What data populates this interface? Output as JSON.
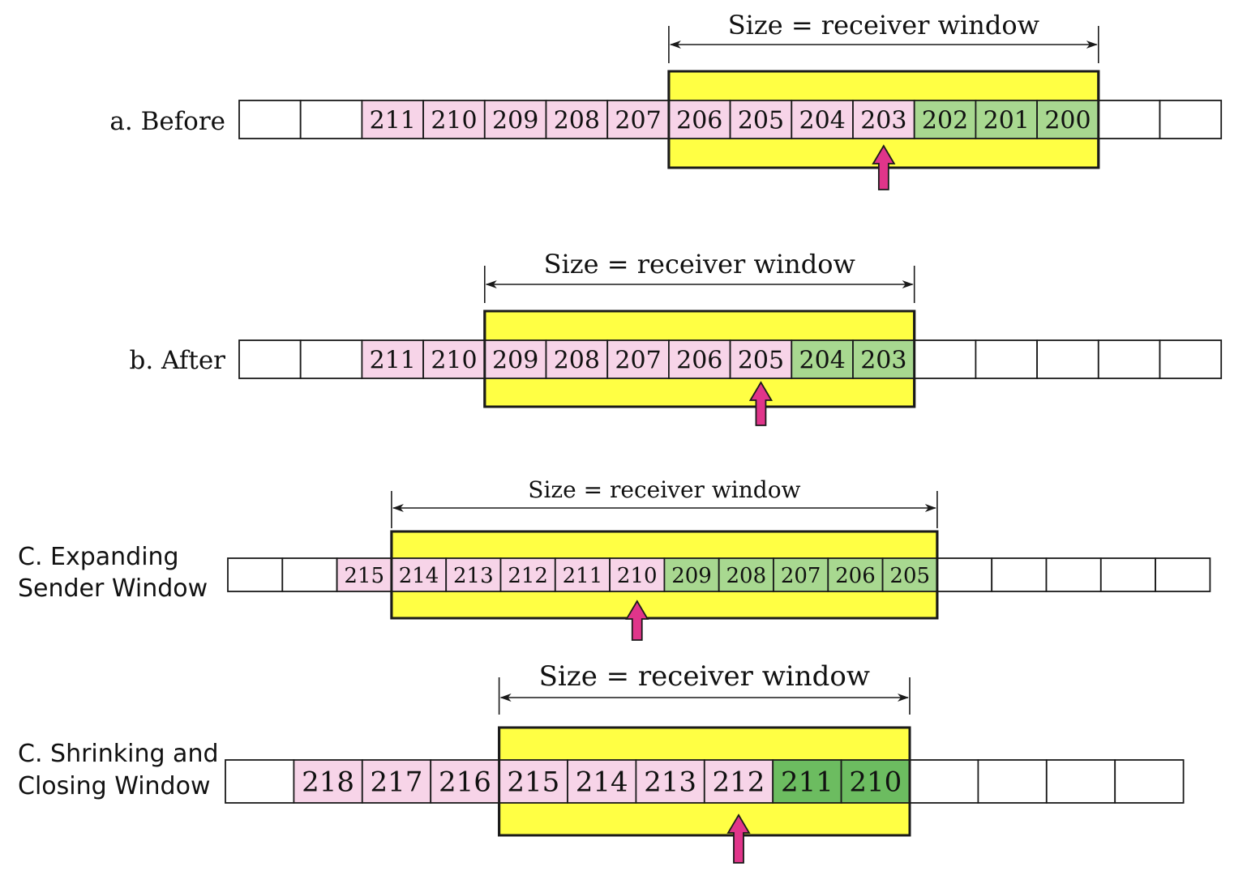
{
  "colors": {
    "window_fill": "#ffff44",
    "pending_fill": "#f7d4e8",
    "acked_fill": "#a8d890",
    "acked_fill_dark": "#6cbc60",
    "empty_fill": "#ffffff",
    "pointer_fill": "#e0358a",
    "stroke": "#1a1a1a"
  },
  "panels": [
    {
      "id": "a",
      "label_lines": [
        "a. Before"
      ],
      "size_label": "Size = receiver window",
      "cells": [
        {
          "text": "",
          "kind": "empty"
        },
        {
          "text": "",
          "kind": "empty"
        },
        {
          "text": "211",
          "kind": "pending"
        },
        {
          "text": "210",
          "kind": "pending"
        },
        {
          "text": "209",
          "kind": "pending"
        },
        {
          "text": "208",
          "kind": "pending"
        },
        {
          "text": "207",
          "kind": "pending"
        },
        {
          "text": "206",
          "kind": "pending"
        },
        {
          "text": "205",
          "kind": "pending"
        },
        {
          "text": "204",
          "kind": "pending"
        },
        {
          "text": "203",
          "kind": "pending"
        },
        {
          "text": "202",
          "kind": "acked"
        },
        {
          "text": "201",
          "kind": "acked"
        },
        {
          "text": "200",
          "kind": "acked"
        },
        {
          "text": "",
          "kind": "empty"
        },
        {
          "text": "",
          "kind": "empty"
        }
      ],
      "window_start": 7,
      "window_end": 13,
      "pointer_cell": 10
    },
    {
      "id": "b",
      "label_lines": [
        "b. After"
      ],
      "size_label": "Size = receiver window",
      "cells": [
        {
          "text": "",
          "kind": "empty"
        },
        {
          "text": "",
          "kind": "empty"
        },
        {
          "text": "211",
          "kind": "pending"
        },
        {
          "text": "210",
          "kind": "pending"
        },
        {
          "text": "209",
          "kind": "pending"
        },
        {
          "text": "208",
          "kind": "pending"
        },
        {
          "text": "207",
          "kind": "pending"
        },
        {
          "text": "206",
          "kind": "pending"
        },
        {
          "text": "205",
          "kind": "pending"
        },
        {
          "text": "204",
          "kind": "acked"
        },
        {
          "text": "203",
          "kind": "acked"
        },
        {
          "text": "",
          "kind": "empty"
        },
        {
          "text": "",
          "kind": "empty"
        },
        {
          "text": "",
          "kind": "empty"
        },
        {
          "text": "",
          "kind": "empty"
        },
        {
          "text": "",
          "kind": "empty"
        }
      ],
      "window_start": 4,
      "window_end": 10,
      "pointer_cell": 8
    },
    {
      "id": "c1",
      "label_lines": [
        "C. Expanding",
        "Sender Window"
      ],
      "size_label": "Size = receiver window",
      "cells": [
        {
          "text": "",
          "kind": "empty"
        },
        {
          "text": "",
          "kind": "empty"
        },
        {
          "text": "215",
          "kind": "pending"
        },
        {
          "text": "214",
          "kind": "pending"
        },
        {
          "text": "213",
          "kind": "pending"
        },
        {
          "text": "212",
          "kind": "pending"
        },
        {
          "text": "211",
          "kind": "pending"
        },
        {
          "text": "210",
          "kind": "pending"
        },
        {
          "text": "209",
          "kind": "acked"
        },
        {
          "text": "208",
          "kind": "acked"
        },
        {
          "text": "207",
          "kind": "acked"
        },
        {
          "text": "206",
          "kind": "acked"
        },
        {
          "text": "205",
          "kind": "acked"
        },
        {
          "text": "",
          "kind": "empty"
        },
        {
          "text": "",
          "kind": "empty"
        },
        {
          "text": "",
          "kind": "empty"
        },
        {
          "text": "",
          "kind": "empty"
        },
        {
          "text": "",
          "kind": "empty"
        }
      ],
      "window_start": 3,
      "window_end": 12,
      "pointer_cell": 7
    },
    {
      "id": "c2",
      "label_lines": [
        "C. Shrinking and",
        "Closing Window"
      ],
      "size_label": "Size = receiver window",
      "cells": [
        {
          "text": "",
          "kind": "empty"
        },
        {
          "text": "218",
          "kind": "pending"
        },
        {
          "text": "217",
          "kind": "pending"
        },
        {
          "text": "216",
          "kind": "pending"
        },
        {
          "text": "215",
          "kind": "pending"
        },
        {
          "text": "214",
          "kind": "pending"
        },
        {
          "text": "213",
          "kind": "pending"
        },
        {
          "text": "212",
          "kind": "pending"
        },
        {
          "text": "211",
          "kind": "acked_dark"
        },
        {
          "text": "210",
          "kind": "acked_dark"
        },
        {
          "text": "",
          "kind": "empty"
        },
        {
          "text": "",
          "kind": "empty"
        },
        {
          "text": "",
          "kind": "empty"
        },
        {
          "text": "",
          "kind": "empty"
        }
      ],
      "window_start": 4,
      "window_end": 9,
      "pointer_cell": 7
    }
  ]
}
